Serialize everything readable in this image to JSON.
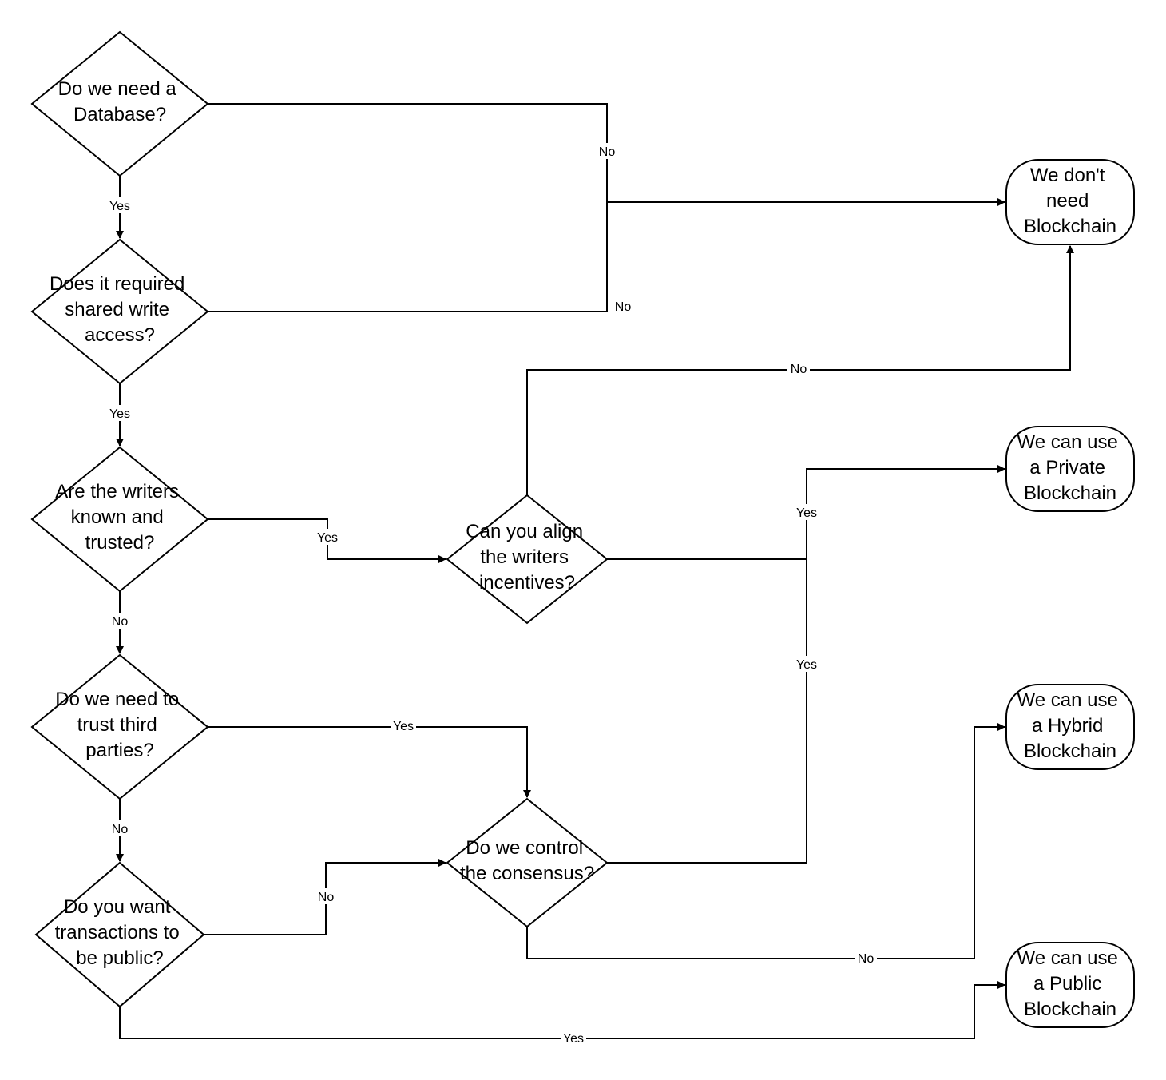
{
  "nodes": {
    "need_database": {
      "lines": [
        "Do we need a",
        "Database?"
      ]
    },
    "shared_write": {
      "lines": [
        "Does it required",
        "shared write",
        "access?"
      ]
    },
    "writers_known": {
      "lines": [
        "Are the writers",
        "known and",
        "trusted?"
      ]
    },
    "align_incentives": {
      "lines": [
        "Can you align",
        "the writers",
        "incentives?"
      ]
    },
    "trust_third": {
      "lines": [
        "Do we need to",
        "trust third",
        "parties?"
      ]
    },
    "control_consensus": {
      "lines": [
        "Do we control",
        "the consensus?"
      ]
    },
    "tx_public": {
      "lines": [
        "Do you want",
        "transactions to",
        "be public?"
      ]
    },
    "no_blockchain": {
      "lines": [
        "We don't",
        "need",
        "Blockchain"
      ]
    },
    "private_blockchain": {
      "lines": [
        "We can use",
        "a Private",
        "Blockchain"
      ]
    },
    "hybrid_blockchain": {
      "lines": [
        "We can use",
        "a Hybrid",
        "Blockchain"
      ]
    },
    "public_blockchain": {
      "lines": [
        "We can use",
        "a Public",
        "Blockchain"
      ]
    }
  },
  "edges": {
    "db_yes": "Yes",
    "db_no": "No",
    "shared_yes": "Yes",
    "shared_no": "No",
    "writers_yes": "Yes",
    "writers_no": "No",
    "align_no": "No",
    "align_yes": "Yes",
    "consensus_yes": "Yes",
    "third_yes": "Yes",
    "third_no": "No",
    "public_no": "No",
    "consensus_no": "No",
    "public_yes": "Yes"
  }
}
